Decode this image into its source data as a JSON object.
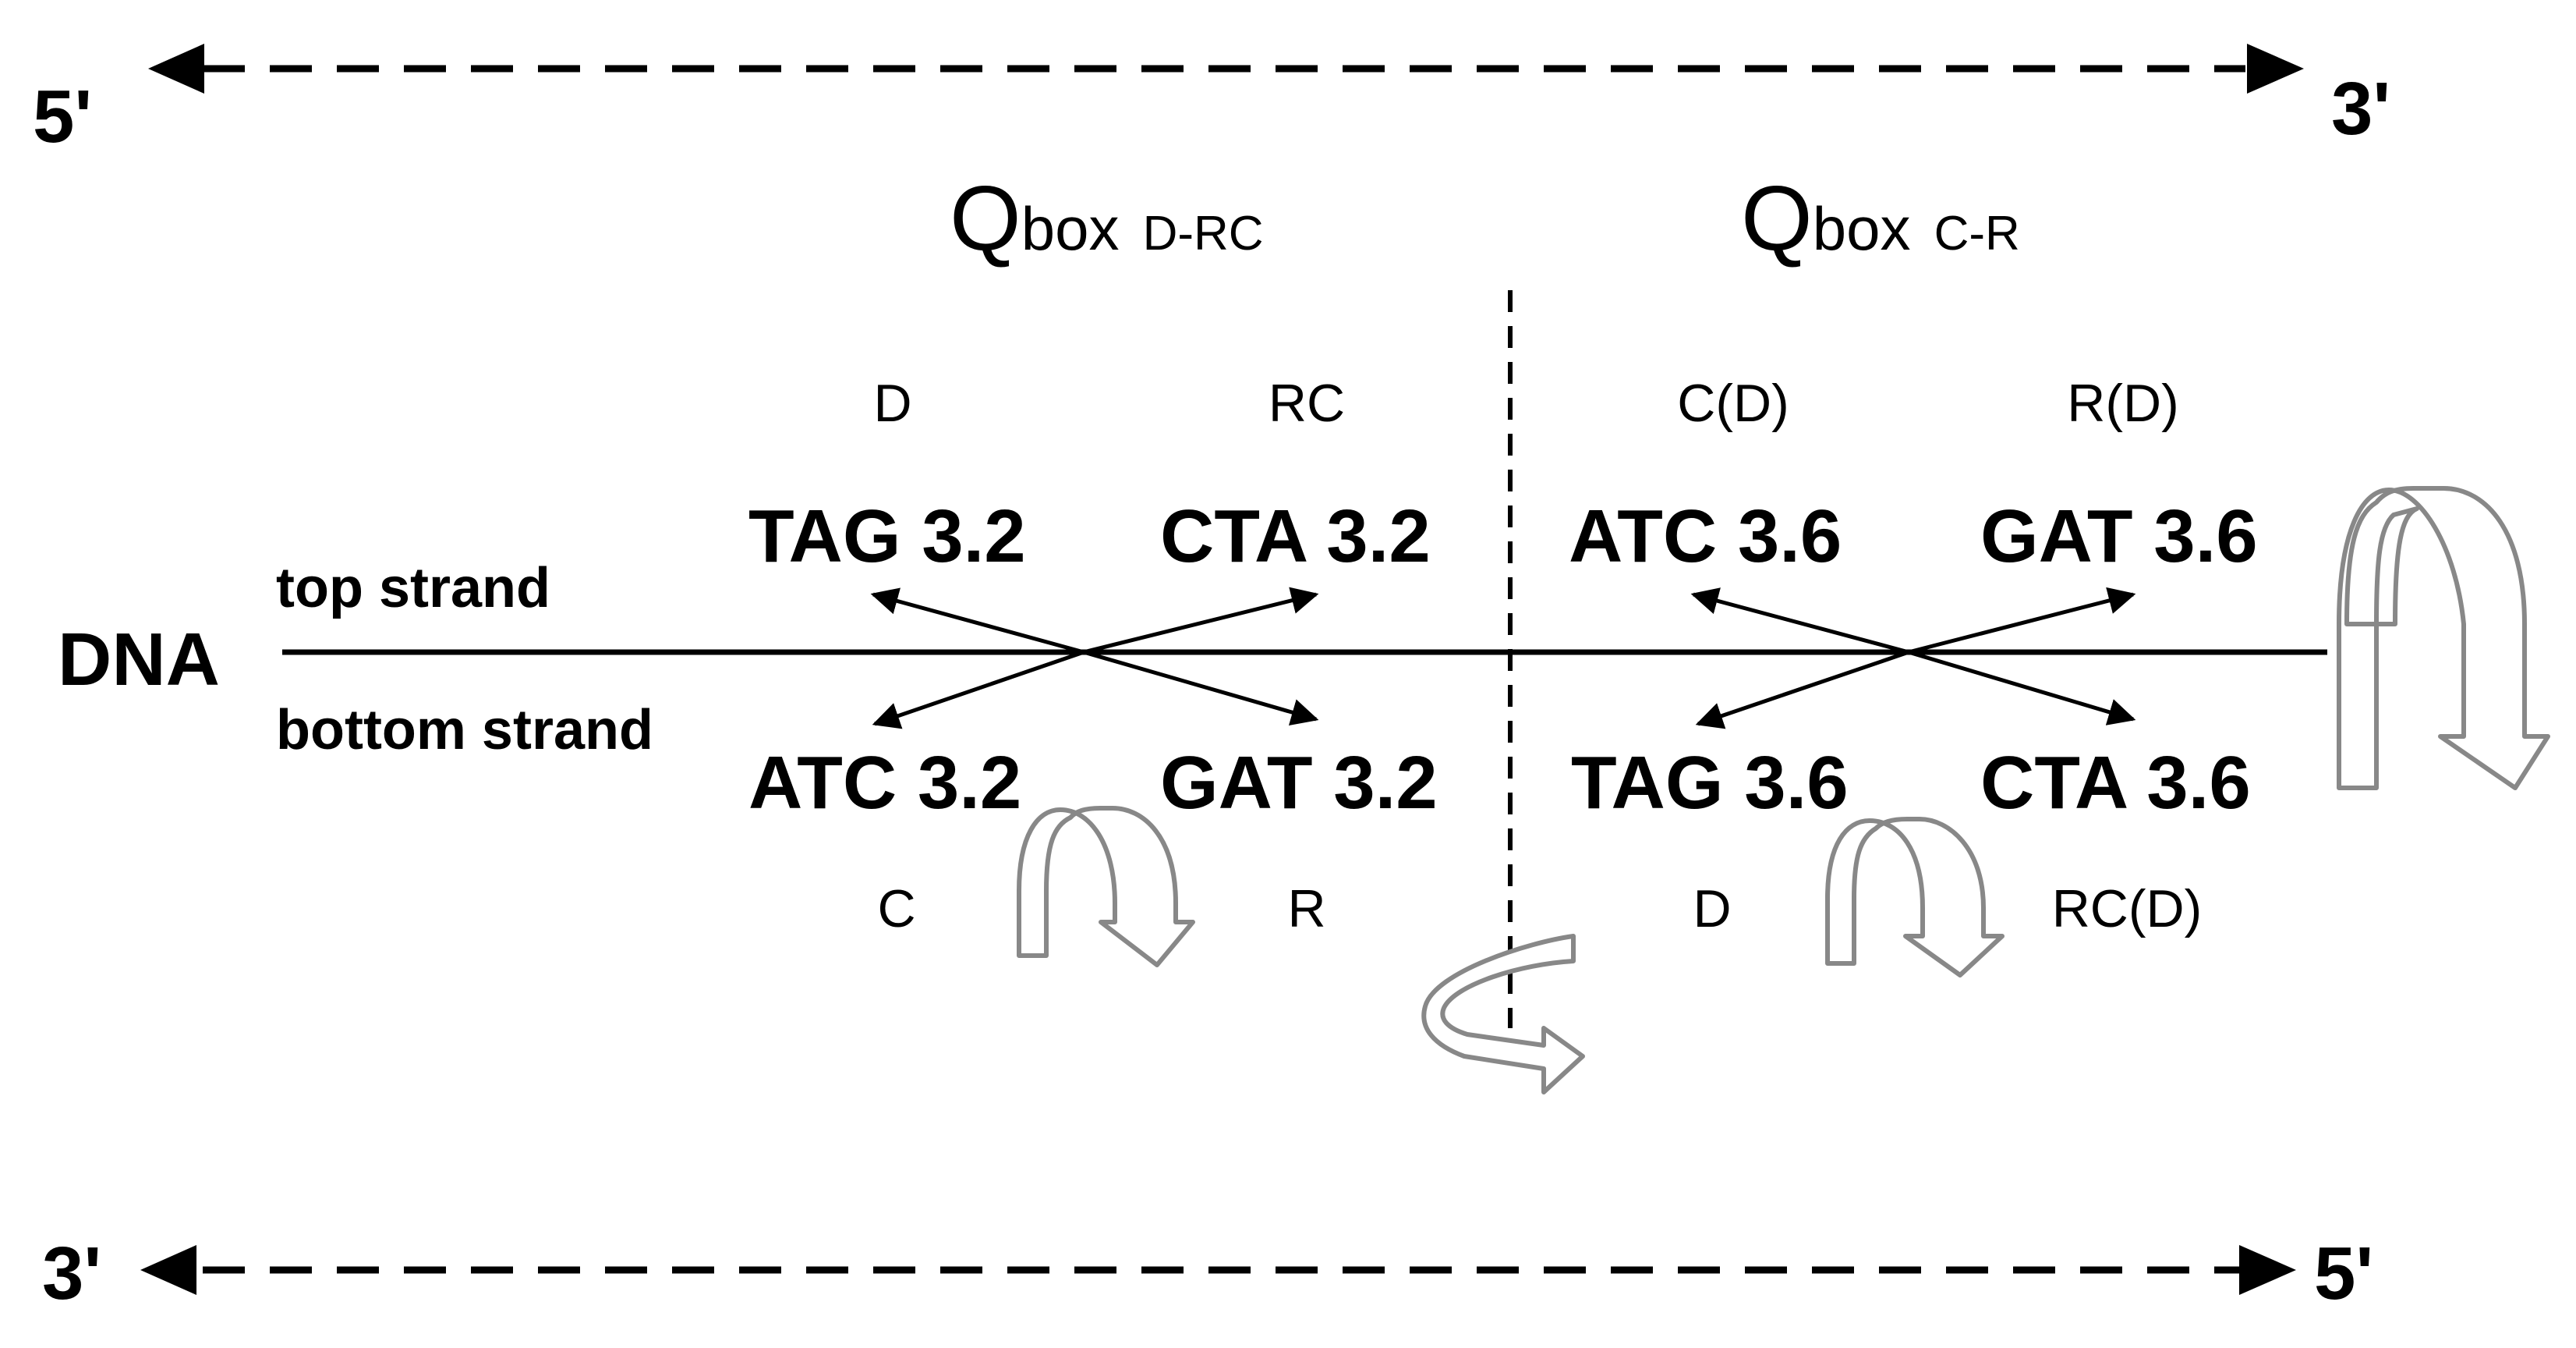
{
  "ends": {
    "top_left": "5'",
    "top_right": "3'",
    "bottom_left": "3'",
    "bottom_right": "5'"
  },
  "dna_label": "DNA",
  "strands": {
    "top": "top strand",
    "bottom": "bottom strand"
  },
  "qboxes": [
    {
      "q": "Q",
      "box": "box",
      "sub": "D-RC"
    },
    {
      "q": "Q",
      "box": "box",
      "sub": "C-R"
    }
  ],
  "left_block": {
    "top_labels": [
      "D",
      "RC"
    ],
    "top_codons": [
      "TAG 3.2",
      "CTA 3.2"
    ],
    "bottom_codons": [
      "ATC 3.2",
      "GAT 3.2"
    ],
    "bottom_labels": [
      "C",
      "R"
    ]
  },
  "right_block": {
    "top_labels": [
      "C(D)",
      "R(D)"
    ],
    "top_codons": [
      "ATC 3.6",
      "GAT 3.6"
    ],
    "bottom_codons": [
      "TAG 3.6",
      "CTA 3.6"
    ],
    "bottom_labels": [
      "D",
      "RC(D)"
    ]
  },
  "colors": {
    "text": "#000000",
    "rotation_arrows": "#888888"
  },
  "icons": [
    "double-headed-dashed-arrow",
    "curved-flip-arrow",
    "rotation-arrow"
  ]
}
